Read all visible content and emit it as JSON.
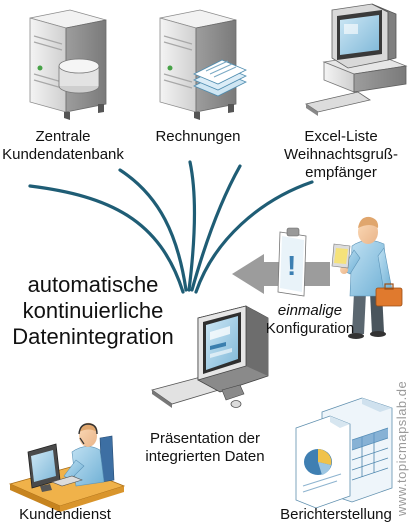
{
  "sources": {
    "database": {
      "line1": "Zentrale",
      "line2": "Kundendatenbank"
    },
    "invoices": {
      "label": "Rechnungen"
    },
    "excel": {
      "line1": "Excel-Liste",
      "line2": "Weihnachtsgruß-",
      "line3": "empfänger"
    }
  },
  "integration": {
    "line1": "automatische",
    "line2": "kontinuierliche",
    "line3": "Datenintegration"
  },
  "configuration": {
    "line1": "einmalige",
    "line2": "Konfiguration"
  },
  "presentation": {
    "line1": "Präsentation der",
    "line2": "integrierten Daten"
  },
  "consumers": {
    "service": {
      "label": "Kundendienst"
    },
    "reporting": {
      "label": "Berichterstellung"
    }
  },
  "watermark": "www.topicmapslab.de",
  "colors": {
    "arc": "#1f5d75",
    "arrow": "#9c9c9c",
    "server": "#e8e8e8"
  }
}
